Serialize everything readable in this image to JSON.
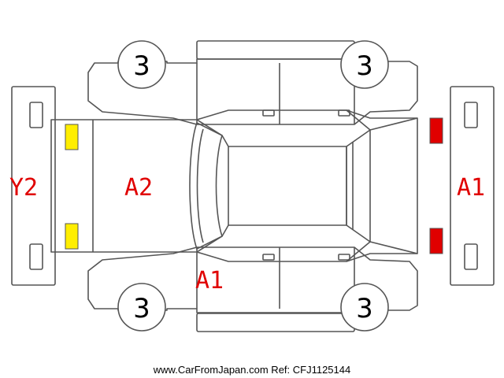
{
  "tire_grades": {
    "front_left": "3",
    "front_right": "3",
    "rear_left": "3",
    "rear_right": "3"
  },
  "damage_codes": {
    "rear_bumper": "Y2",
    "rear_body": "A2",
    "front_bumper": "A1",
    "side_sill": "A1"
  },
  "lamp_colors": {
    "rear": "#ffee00",
    "front": "#e00000"
  },
  "code_color": "#e00000",
  "footer_text": "www.CarFromJapan.com Ref: CFJ1125144"
}
